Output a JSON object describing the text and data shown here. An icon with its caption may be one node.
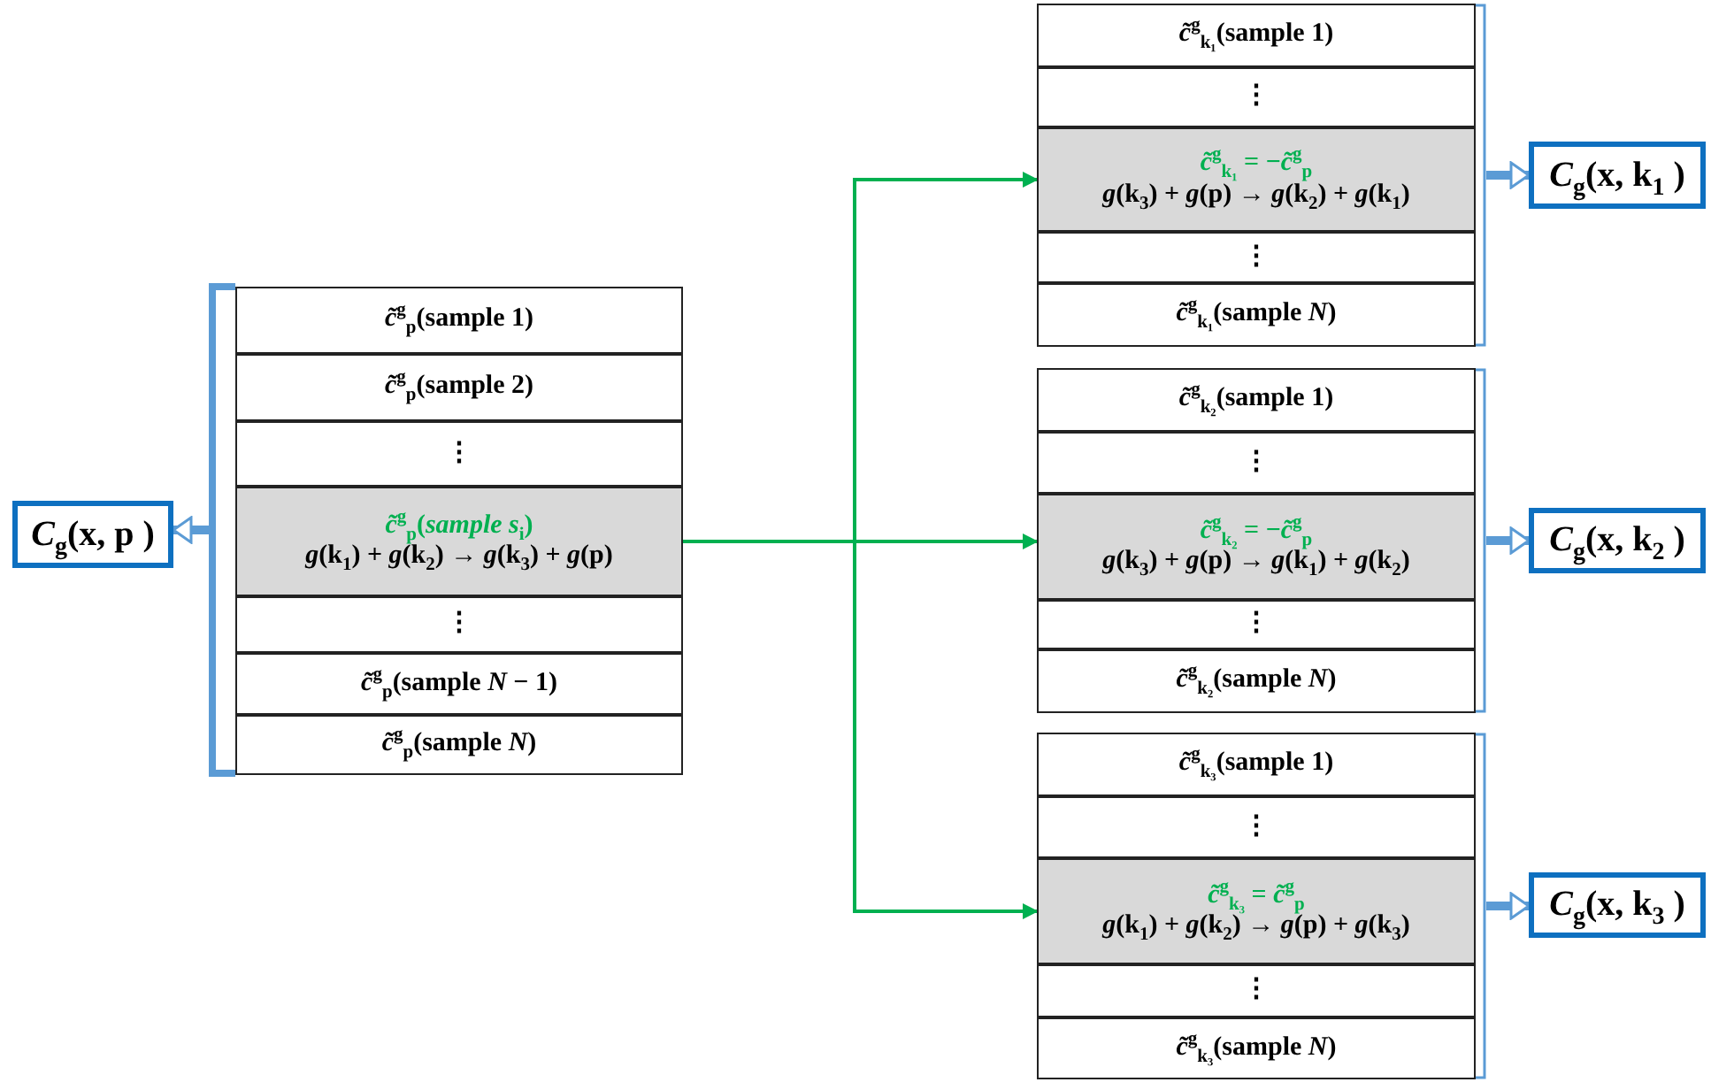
{
  "diagram": {
    "nodes": [
      {
        "text": [
          "*C*$_{g}$(x, p )"
        ]
      },
      {
        "text": [],
        "shape": "box"
      },
      {
        "text": [
          "*c̃*$^{g}$$_{p}$(sample 1)"
        ],
        "in": 1
      },
      {
        "text": [
          "*c̃*$^{g}$$_{p}$(sample 2)"
        ],
        "in": 1
      },
      {
        "text": [
          "⋮"
        ],
        "in": 1
      },
      {
        "text": [
          "*c̃*$^{g}$$_{p}$(*sample s*$_{i}$)",
          "*g*(k$_{1}$) + *g*(k$_{2}$) → *g*(k$_{3}$) + *g*(p)"
        ],
        "in": 1
      },
      {
        "text": [
          "⋮"
        ],
        "in": 1
      },
      {
        "text": [
          "*c̃*$^{g}$$_{p}$(sample *N* − 1)"
        ],
        "in": 1
      },
      {
        "text": [
          "*c̃*$^{g}$$_{p}$(sample *N*)"
        ],
        "in": 1
      },
      {
        "text": [],
        "shape": "box"
      },
      {
        "text": [
          "*c̃*$^{g}$$_{k₁}$(sample 1)"
        ],
        "in": 9
      },
      {
        "text": [
          "⋮"
        ],
        "in": 9
      },
      {
        "text": [
          "*c̃*$^{g}$$_{k₁}$ = −*c̃*$^{g}$$_{p}$",
          "*g*(k$_{3}$) + *g*(p) → *g*(k$_{2}$) + *g*(k$_{1}$)"
        ],
        "in": 9
      },
      {
        "text": [
          "⋮"
        ],
        "in": 9
      },
      {
        "text": [
          "*c̃*$^{g}$$_{k₁}$(sample *N*)"
        ],
        "in": 9
      },
      {
        "text": [],
        "shape": "box"
      },
      {
        "text": [
          "*c̃*$^{g}$$_{k₂}$(sample 1)"
        ],
        "in": 15
      },
      {
        "text": [
          "⋮"
        ],
        "in": 15
      },
      {
        "text": [
          "*c̃*$^{g}$$_{k₂}$ = −*c̃*$^{g}$$_{p}$",
          "*g*(k$_{3}$) + *g*(p) → *g*(k$_{1}$) + *g*(k$_{2}$)"
        ],
        "in": 15
      },
      {
        "text": [
          "⋮"
        ],
        "in": 15
      },
      {
        "text": [
          "*c̃*$^{g}$$_{k₂}$(sample *N*)"
        ],
        "in": 15
      },
      {
        "text": [],
        "shape": "box"
      },
      {
        "text": [
          "*c̃*$^{g}$$_{k₃}$(sample 1)"
        ],
        "in": 21
      },
      {
        "text": [
          "⋮"
        ],
        "in": 21
      },
      {
        "text": [
          "*c̃*$^{g}$$_{k₃}$ = *c̃*$^{g}$$_{p}$",
          "*g*(k$_{1}$) + *g*(k$_{2}$) → *g*(p) + *g*(k$_{3}$)"
        ],
        "in": 21
      },
      {
        "text": [
          "⋮"
        ],
        "in": 21
      },
      {
        "text": [
          "*c̃*$^{g}$$_{k₃}$(sample *N*)"
        ],
        "in": 21
      },
      {
        "text": [
          "*C*$_{g}$(x, k$_{1}$ )"
        ]
      },
      {
        "text": [
          "*C*$_{g}$(x, k$_{2}$ )"
        ]
      },
      {
        "text": [
          "*C*$_{g}$(x, k$_{3}$ )"
        ]
      }
    ],
    "edges": [
      {
        "from": 1,
        "to": 0,
        "arrow": "to"
      },
      {
        "from": 5,
        "to": 12,
        "arrow": "to",
        "color": "#00b050"
      },
      {
        "from": 5,
        "to": 18,
        "arrow": "to",
        "color": "#00b050"
      },
      {
        "from": 5,
        "to": 24,
        "arrow": "to",
        "color": "#00b050"
      },
      {
        "from": 9,
        "to": 27,
        "arrow": "to"
      },
      {
        "from": 15,
        "to": 28,
        "arrow": "to"
      },
      {
        "from": 21,
        "to": 29,
        "arrow": "to"
      }
    ]
  }
}
